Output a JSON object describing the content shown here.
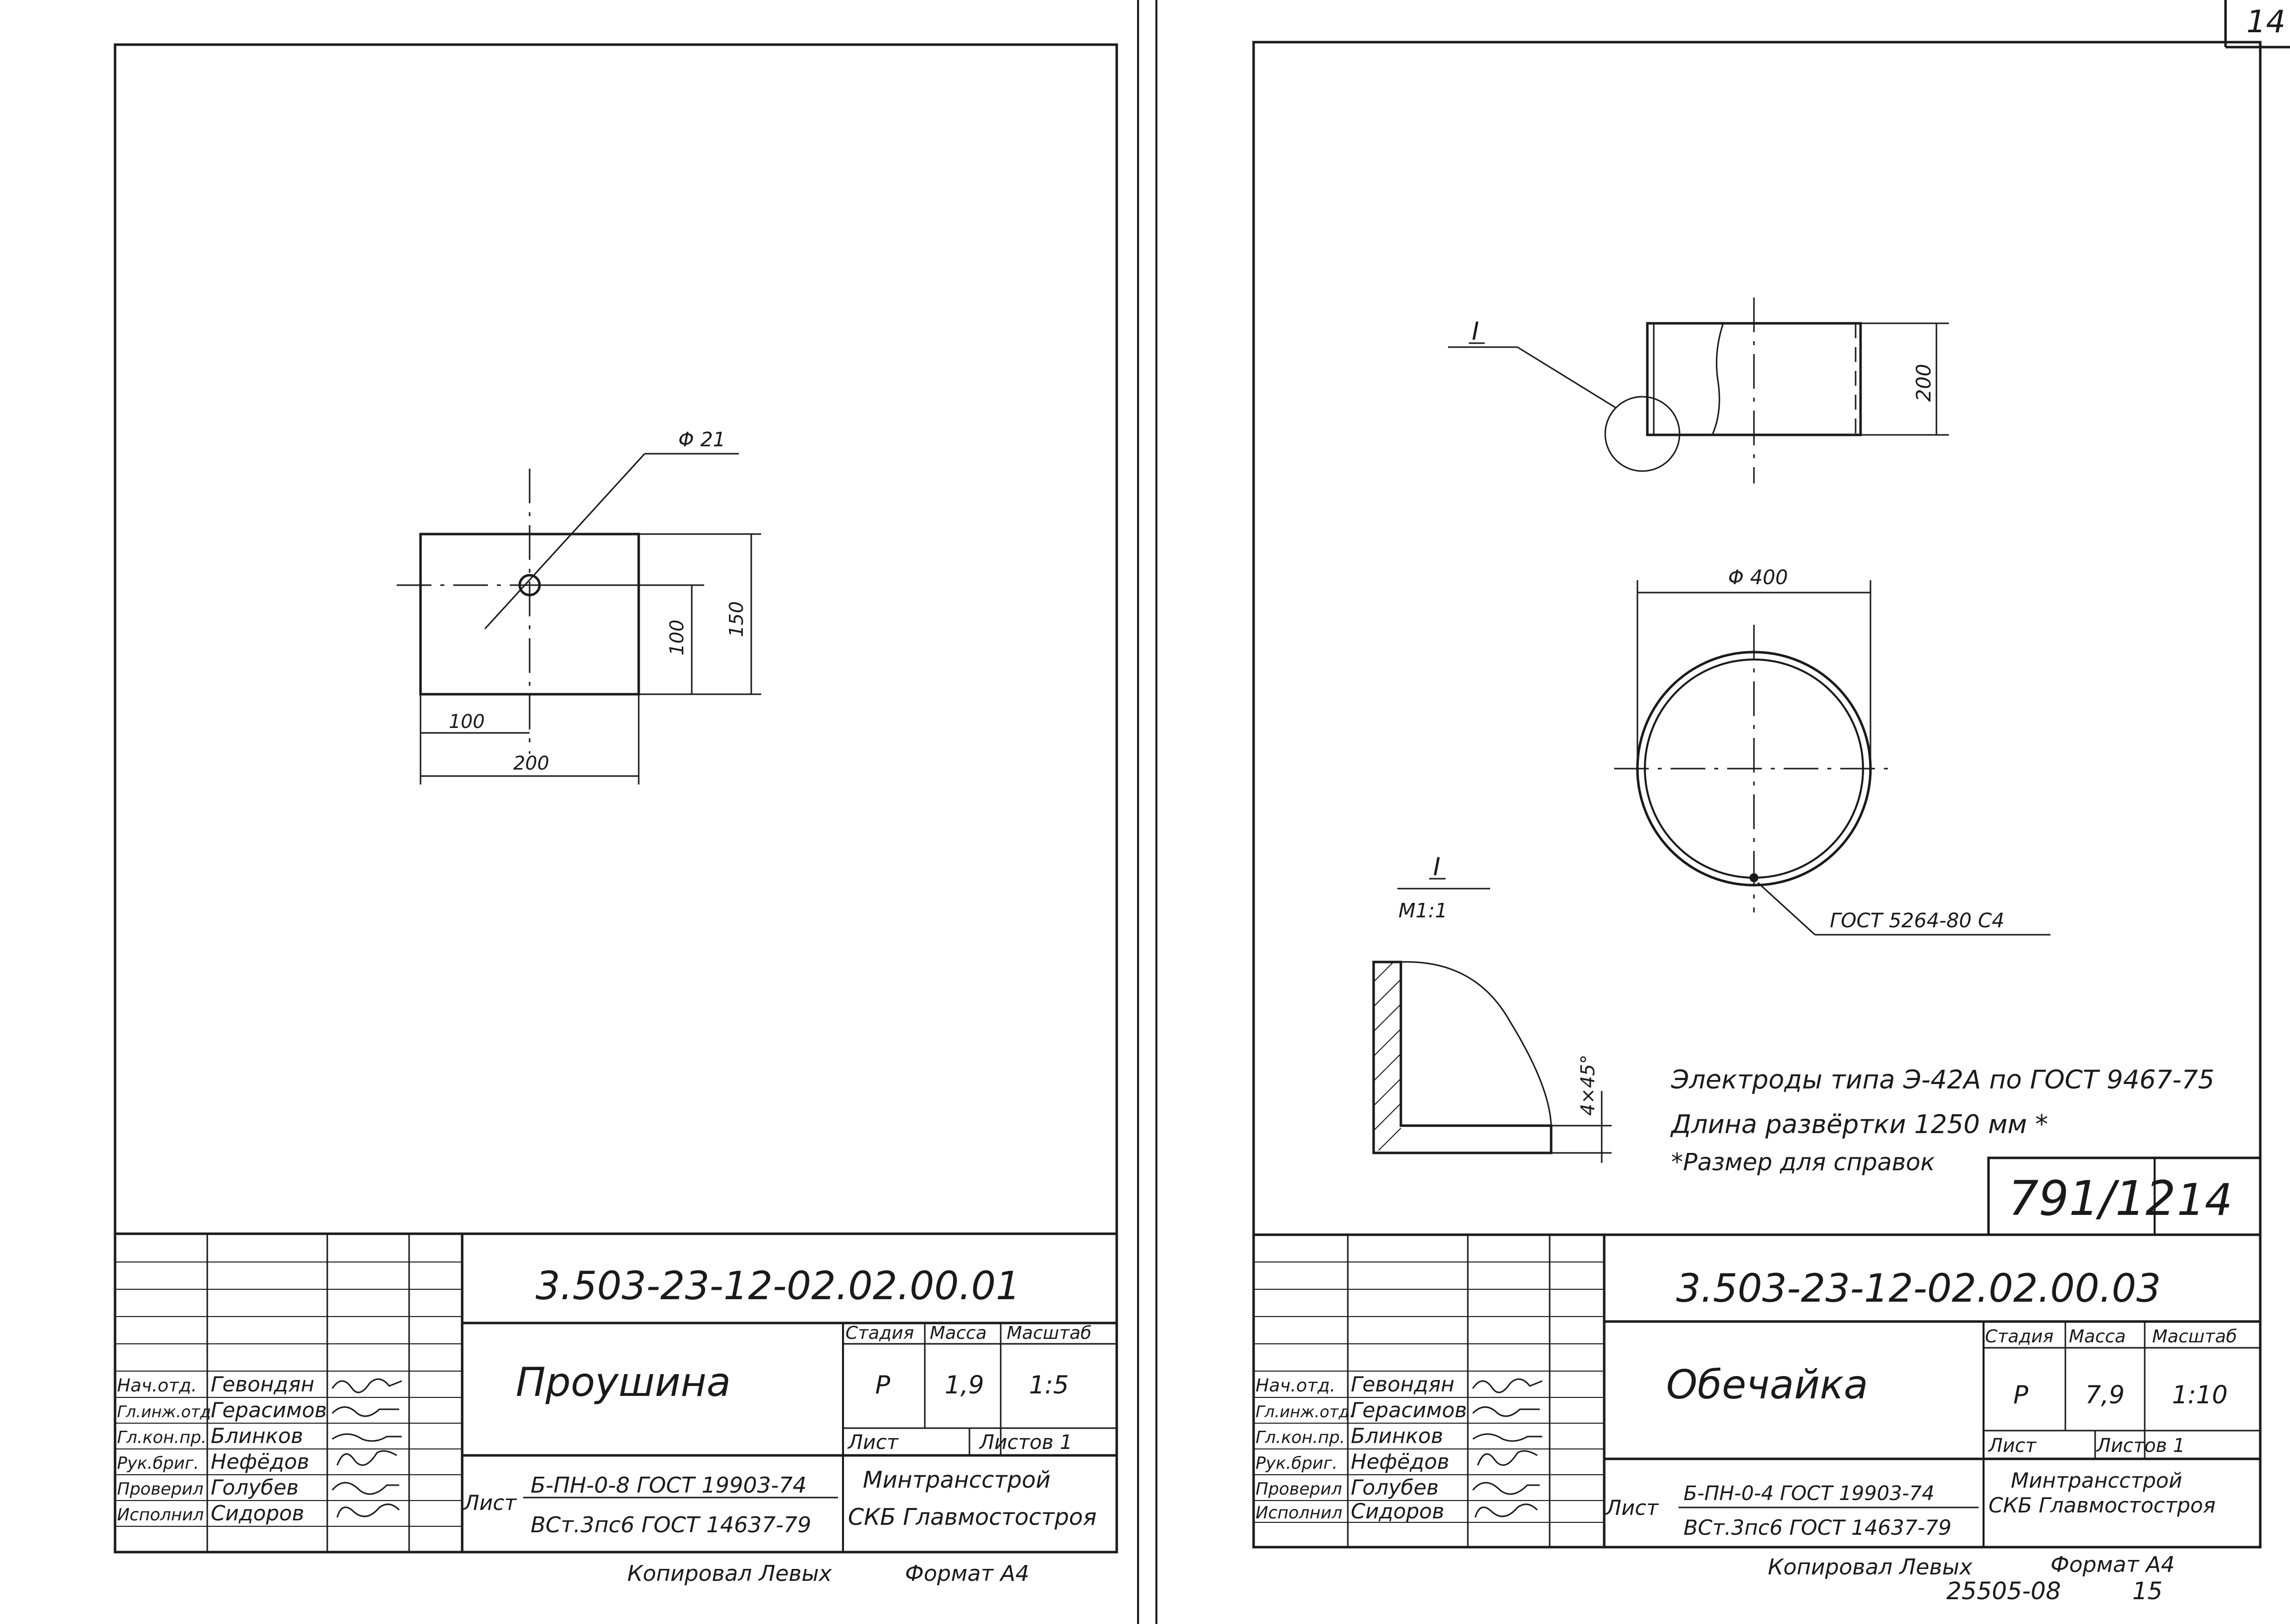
{
  "corner_sheet_number": "14",
  "left_sheet": {
    "part_drawing": {
      "hole_label": "Φ 21",
      "dim_height_hole": "100",
      "dim_height_total": "150",
      "dim_width_hole": "100",
      "dim_width_total": "200"
    },
    "title_block": {
      "doc_code": "3.503-23-12-02.02.00.01",
      "part_name": "Проушина",
      "hdr_stage": "Стадия",
      "hdr_mass": "Масса",
      "hdr_scale": "Масштаб",
      "stage": "Р",
      "mass": "1,9",
      "scale": "1:5",
      "sheet_label": "Лист",
      "sheets_label": "Листов 1",
      "material_label": "Лист",
      "material_line1": "Б-ПН-0-8  ГОСТ 19903-74",
      "material_line2": "ВСт.3пс6   ГОСТ 14637-79",
      "org_line1": "Минтрансстрой",
      "org_line2": "СКБ Главмостостроя",
      "signatures": [
        {
          "role": "Нач.отд.",
          "name": "Гевондян"
        },
        {
          "role": "Гл.инж.отд.",
          "name": "Герасимов"
        },
        {
          "role": "Гл.кон.пр.",
          "name": "Блинков"
        },
        {
          "role": "Рук.бриг.",
          "name": "Нефёдов"
        },
        {
          "role": "Проверил",
          "name": "Голубев"
        },
        {
          "role": "Исполнил",
          "name": "Сидоров"
        }
      ]
    },
    "copied_by": "Копировал  Левых",
    "format": "Формат А4"
  },
  "right_sheet": {
    "part_drawing": {
      "detail_marker": "I",
      "dim_height": "200",
      "dim_diameter": "Φ 400",
      "weld_note": "ГОСТ 5264-80  С4",
      "detail_title": "I",
      "detail_scale": "М1:1",
      "chamfer": "4×45°",
      "note_electrodes": "Электроды  типа Э-42А  по ГОСТ 9467-75",
      "note_length": "Длина  развёртки  1250 мм *",
      "note_reference": "*Размер  для  справок"
    },
    "album_code": "791/12",
    "album_sheet": "14",
    "title_block": {
      "doc_code": "3.503-23-12-02.02.00.03",
      "part_name": "Обечайка",
      "hdr_stage": "Стадия",
      "hdr_mass": "Масса",
      "hdr_scale": "Масштаб",
      "stage": "Р",
      "mass": "7,9",
      "scale": "1:10",
      "sheet_label": "Лист",
      "sheets_label": "Листов 1",
      "material_label": "Лист",
      "material_line1": "Б-ПН-0-4 ГОСТ 19903-74",
      "material_line2": "ВСт.3пс6  ГОСТ 14637-79",
      "org_line1": "Минтрансстрой",
      "org_line2": "СКБ Главмостостроя",
      "signatures": [
        {
          "role": "Нач.отд.",
          "name": "Гевондян"
        },
        {
          "role": "Гл.инж.отд.",
          "name": "Герасимов"
        },
        {
          "role": "Гл.кон.пр.",
          "name": "Блинков"
        },
        {
          "role": "Рук.бриг.",
          "name": "Нефёдов"
        },
        {
          "role": "Проверил",
          "name": "Голубев"
        },
        {
          "role": "Исполнил",
          "name": "Сидоров"
        }
      ]
    },
    "copied_by": "Копировал  Левых",
    "format": "Формат А4",
    "archive_number": "25505-08",
    "page_number": "15"
  }
}
